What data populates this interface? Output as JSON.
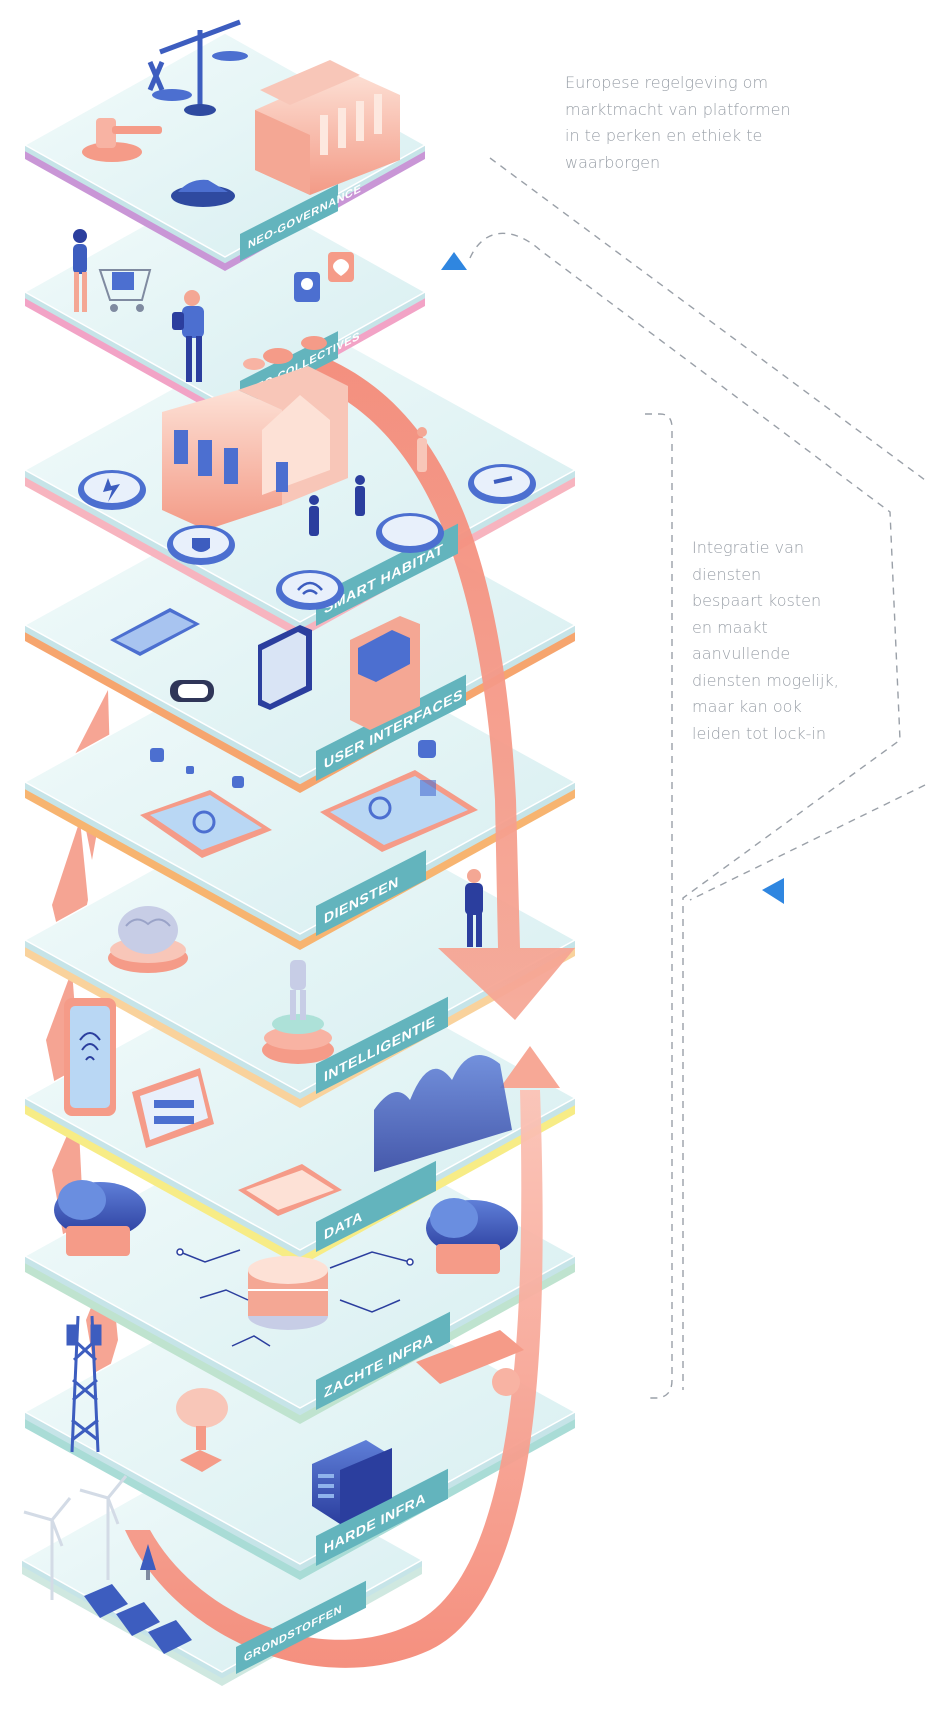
{
  "notes": {
    "governance_note": {
      "lines": [
        "Europese regelgeving om",
        "marktmacht van platformen",
        "in te perken en ethiek te",
        "waarborgen"
      ]
    },
    "integration_note": {
      "lines": [
        "Integratie van",
        "diensten",
        "bespaart kosten",
        "en maakt",
        "aanvullende",
        "diensten mogelijk,",
        "maar kan ook",
        "leiden tot lock-in"
      ]
    }
  },
  "layers": [
    {
      "id": "neo-governance",
      "label": "NEO-GOVERNANCE",
      "edge_color": "#c996d6"
    },
    {
      "id": "neo-collectives",
      "label": "NEO-COLLECTIVES",
      "edge_color": "#f2a3c6"
    },
    {
      "id": "smart-habitat",
      "label": "SMART HABITAT",
      "edge_color": "#f7b4bf"
    },
    {
      "id": "user-interfaces",
      "label": "USER INTERFACES",
      "edge_color": "#f6a56e"
    },
    {
      "id": "diensten",
      "label": "DIENSTEN",
      "edge_color": "#f7b470"
    },
    {
      "id": "intelligentie",
      "label": "INTELLIGENTIE",
      "edge_color": "#f9d29c"
    },
    {
      "id": "data",
      "label": "DATA",
      "edge_color": "#f7ec86"
    },
    {
      "id": "zachte-infra",
      "label": "ZACHTE INFRA",
      "edge_color": "#bfe3cf"
    },
    {
      "id": "harde-infra",
      "label": "HARDE INFRA",
      "edge_color": "#a9dcd6"
    },
    {
      "id": "grondstoffen",
      "label": "GRONDSTOFFEN",
      "edge_color": "#cfe8e0"
    }
  ],
  "colors": {
    "platform_top": "#e3f5f6",
    "platform_side": "#c6e4e8",
    "label_tag": "#63b4bd",
    "arrow": "#f48a78",
    "arrow_light": "#fbc6b8",
    "marker": "#2f86e0",
    "dashes": "#9aa0a8"
  },
  "icons": {
    "top_markers": "blue-triangle-marker",
    "arrows": "salmon-flow-arrow"
  }
}
